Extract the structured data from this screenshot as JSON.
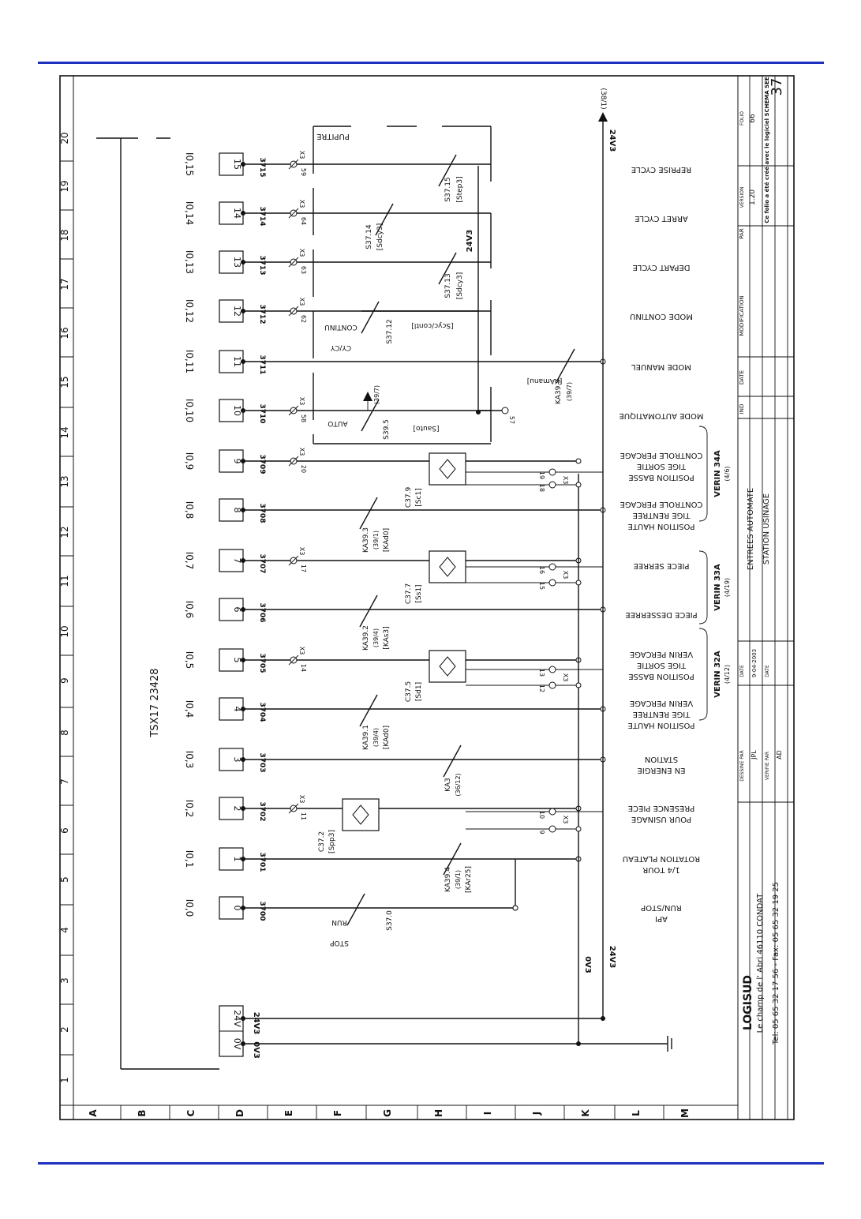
{
  "border": {
    "columns": [
      "20",
      "19",
      "18",
      "17",
      "16",
      "15",
      "14",
      "13",
      "12",
      "11",
      "10",
      "9",
      "8",
      "7",
      "6",
      "5",
      "4",
      "3",
      "2",
      "1"
    ],
    "rows": [
      "A",
      "B",
      "C",
      "D",
      "E",
      "F",
      "G",
      "H",
      "I",
      "J",
      "K",
      "L",
      "M"
    ]
  },
  "plc": {
    "model": "TSX17 23428",
    "zero_label": "0V",
    "v24_label": "24V"
  },
  "supply": {
    "v0": "0V3",
    "v24": "24V3"
  },
  "inputs": [
    {
      "term": "15",
      "addr": "I0,15",
      "wire": "3715",
      "x3": "59",
      "desc": [
        "REPRISE CYCLE"
      ]
    },
    {
      "term": "14",
      "addr": "I0,14",
      "wire": "3714",
      "x3": "64",
      "desc": [
        "ARRET CYCLE"
      ]
    },
    {
      "term": "13",
      "addr": "I0,13",
      "wire": "3713",
      "x3": "63",
      "desc": [
        "DEPART CYCLE"
      ]
    },
    {
      "term": "12",
      "addr": "I0,12",
      "wire": "3712",
      "x3": "62",
      "desc": [
        "MODE CONTINU"
      ]
    },
    {
      "term": "11",
      "addr": "I0,11",
      "wire": "3711",
      "x3": "",
      "desc": [
        "MODE MANUEL"
      ]
    },
    {
      "term": "10",
      "addr": "I0,10",
      "wire": "3710",
      "x3": "58",
      "desc": [
        "MODE AUTOMATIQUE"
      ]
    },
    {
      "term": "9",
      "addr": "I0,9",
      "wire": "3709",
      "x3": "20",
      "desc": [
        "CONTROLE PERCAGE",
        "TIGE SORTIE",
        "POSITION BASSE"
      ]
    },
    {
      "term": "8",
      "addr": "I0,8",
      "wire": "3708",
      "x3": "",
      "desc": [
        "CONTROLE PERCAGE",
        "TIGE RENTREE",
        "POSITION HAUTE"
      ]
    },
    {
      "term": "7",
      "addr": "I0,7",
      "wire": "3707",
      "x3": "17",
      "desc": [
        "PIECE SERREE"
      ]
    },
    {
      "term": "6",
      "addr": "I0,6",
      "wire": "3706",
      "x3": "",
      "desc": [
        "PIECE DESSERREE"
      ]
    },
    {
      "term": "5",
      "addr": "I0,5",
      "wire": "3705",
      "x3": "14",
      "desc": [
        "VERIN PERCAGE",
        "TIGE SORTIE",
        "POSITION BASSE"
      ]
    },
    {
      "term": "4",
      "addr": "I0,4",
      "wire": "3704",
      "x3": "",
      "desc": [
        "VERIN PERCAGE",
        "TIGE RENTREE",
        "POSITION HAUTE"
      ]
    },
    {
      "term": "3",
      "addr": "I0,3",
      "wire": "3703",
      "x3": "",
      "desc": [
        "STATION",
        "EN ENERGIE"
      ]
    },
    {
      "term": "2",
      "addr": "I0,2",
      "wire": "3702",
      "x3": "11",
      "desc": [
        "PRESENCE PIECE",
        "POUR USINAGE"
      ]
    },
    {
      "term": "1",
      "addr": "I0,1",
      "wire": "3701",
      "x3": "",
      "desc": [
        "ROTATION PLATEAU",
        "1/4 TOUR"
      ]
    },
    {
      "term": "0",
      "addr": "I0,0",
      "wire": "3700",
      "x3": "",
      "desc": [
        "RUN/STOP",
        "API"
      ]
    }
  ],
  "components": {
    "pupitre": "PUPITRE",
    "s37_15": [
      "S37.15",
      "[Step3]"
    ],
    "s37_14": [
      "S37.14",
      "[Sdcy3]"
    ],
    "s37_13": [
      "S37.13",
      "[Sdcy3]"
    ],
    "s37_12": [
      "S37.12",
      "CY/CY",
      "CONTINU",
      "[Scyc/contl]"
    ],
    "s39_5": [
      "S39.5",
      "AUTO",
      "[Sauto]",
      "(39/7)"
    ],
    "ka39_5": [
      "KA39.5",
      "(39/7)",
      "[KAmanu]"
    ],
    "c37_9": [
      "C37.9",
      "[Sc1]"
    ],
    "ka39_3": [
      "KA39.3",
      "(39/1)",
      "[KAd0]"
    ],
    "c37_7": [
      "C37.7",
      "[Ss1]"
    ],
    "ka39_2": [
      "KA39.2",
      "(39/4)",
      "[KAs3]"
    ],
    "c37_5": [
      "C37.5",
      "[Sd1]"
    ],
    "ka39_1": [
      "KA39.1",
      "(39/4)",
      "[KAd0]"
    ],
    "ka3": [
      "KA3",
      "(36/12)"
    ],
    "c37_2": [
      "C37.2",
      "[Spp3]"
    ],
    "ka39_4": [
      "KA39.4",
      "(39/1)",
      "[KAr25]"
    ],
    "s37_0": [
      "S37.0",
      "STOP",
      "RUN"
    ],
    "x3": "X3",
    "sensor_terms": [
      "19",
      "18",
      "16",
      "15",
      "13",
      "12",
      "10",
      "9"
    ],
    "contact_no": [
      "13",
      "14"
    ],
    "ref_arrow": "(38/1)",
    "v24_label": "24V3"
  },
  "groups": [
    {
      "name": "VERIN 34A",
      "ref": "(4/6)"
    },
    {
      "name": "VERIN 33A",
      "ref": "(4/19)"
    },
    {
      "name": "VERIN 32A",
      "ref": "(4/12)"
    }
  ],
  "titleblock": {
    "title1": "ENTREES AUTOMATE",
    "title2": "STATION USINAGE",
    "company": "LOGISUD",
    "address1": "Le champ de l' Abri     46110 CONDAT",
    "address2": "Tel: 05 65 32 17 56  -  Fax: 05 65 32 19 25",
    "col_ind": "IND",
    "col_date": "DATE",
    "col_modif": "MODIFICATION",
    "col_par": "PAR",
    "designe_par": "DESSINE PAR",
    "designer": "JPL",
    "date_label": "DATE",
    "date": "9-04-2003",
    "verifie_par": "VERIFIE PAR",
    "verifier": "AD",
    "folio_label": "FOLIO",
    "folio_total": "66",
    "version_label": "VERSION",
    "version": "1.20",
    "sheet_number": "37",
    "software_note": "Ce folio a été créé avec le logiciel SCHEMA SEE"
  }
}
